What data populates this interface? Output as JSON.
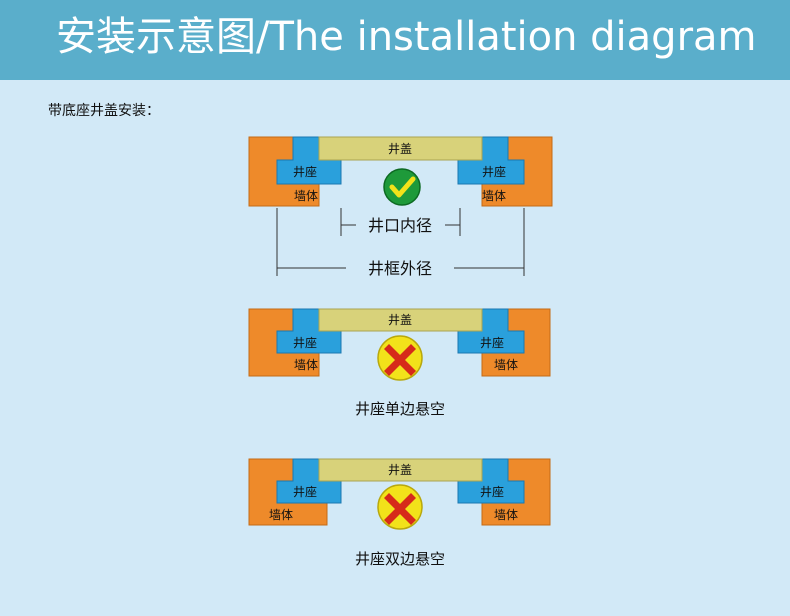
{
  "header": {
    "title": "安装示意图/The installation diagram"
  },
  "section_label": "带底座井盖安装：",
  "labels": {
    "cover": "井盖",
    "seat": "井座",
    "wall": "墙体",
    "inner_diameter": "井口内径",
    "outer_diameter": "井框外径"
  },
  "diagrams": [
    {
      "status": "correct",
      "caption": ""
    },
    {
      "status": "wrong",
      "caption": "井座单边悬空"
    },
    {
      "status": "wrong",
      "caption": "井座双边悬空"
    }
  ],
  "colors": {
    "header_bg": "#5aaecb",
    "page_bg": "#d2e9f7",
    "wall": "#ee8a2a",
    "seat": "#2aa0dc",
    "cover": "#d8d27a",
    "check_green": "#1e9a3a",
    "cross_red": "#d62a1a",
    "cross_bg": "#f2e21a"
  }
}
